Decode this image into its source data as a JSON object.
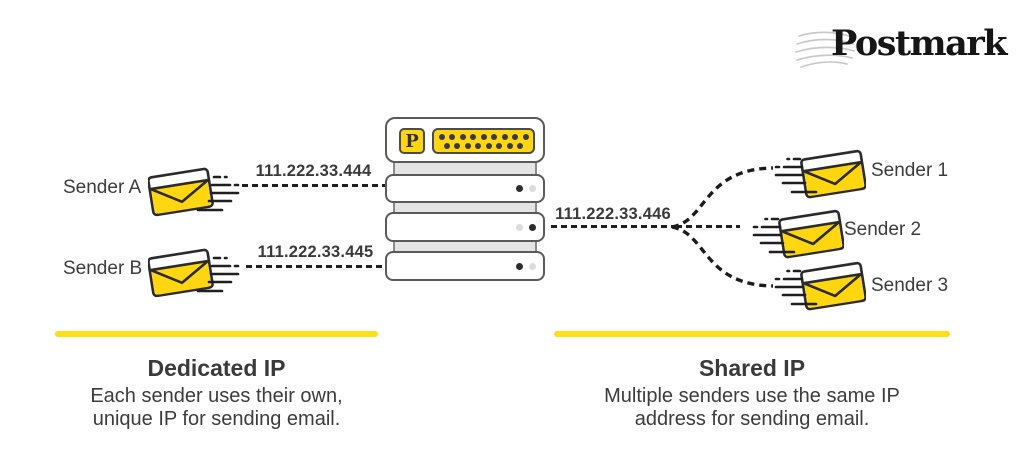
{
  "logo": {
    "text": "Postmark"
  },
  "server": {
    "badge": "P"
  },
  "dedicated": {
    "heading": "Dedicated IP",
    "description_line1": "Each sender uses their own,",
    "description_line2": "unique IP for sending email.",
    "senders": [
      {
        "label": "Sender A",
        "ip": "111.222.33.444"
      },
      {
        "label": "Sender B",
        "ip": "111.222.33.445"
      }
    ]
  },
  "shared": {
    "heading": "Shared IP",
    "description_line1": "Multiple senders use the same IP",
    "description_line2": "address for sending email.",
    "ip": "111.222.33.446",
    "senders": [
      {
        "label": "Sender 1"
      },
      {
        "label": "Sender 2"
      },
      {
        "label": "Sender 3"
      }
    ]
  },
  "colors": {
    "brand_yellow": "#FFDF15",
    "envelope_yellow": "#FFD60F",
    "line_dark": "#1F1F1F",
    "text_dark": "#3C3C3C",
    "server_border": "#5A5A5A",
    "wave_gray": "#C9C9C9"
  }
}
